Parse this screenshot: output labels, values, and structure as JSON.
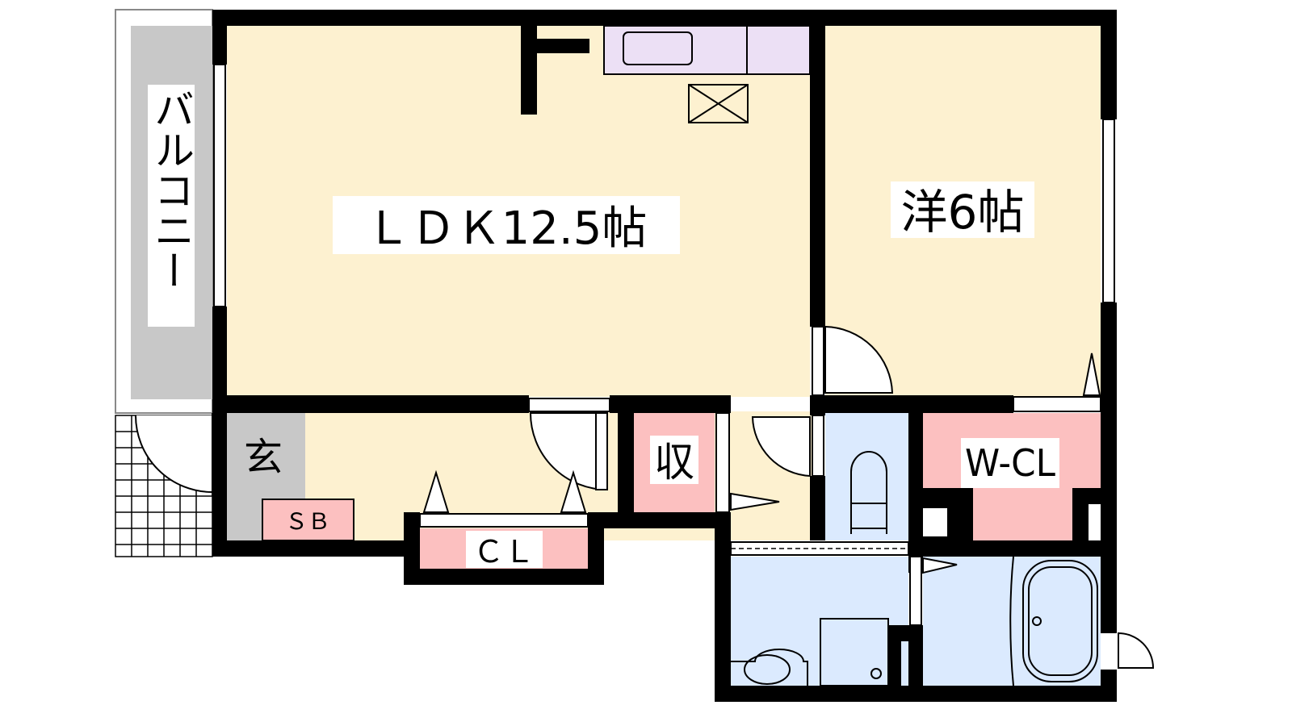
{
  "rooms": {
    "balcony": "バルコニー",
    "ldk": "ＬＤＫ12.5帖",
    "western": "洋6帖",
    "entrance": "玄",
    "shoe_box": "ＳＢ",
    "storage": "収",
    "closet": "ＣＬ",
    "walk_in_closet": "W-CL"
  },
  "colors": {
    "living": "#fdf1d0",
    "wet_area": "#dbeafe",
    "storage": "#fcc0c0",
    "balcony": "#c8c8c8",
    "kitchen": "#ece0f5",
    "wall": "#000000"
  }
}
